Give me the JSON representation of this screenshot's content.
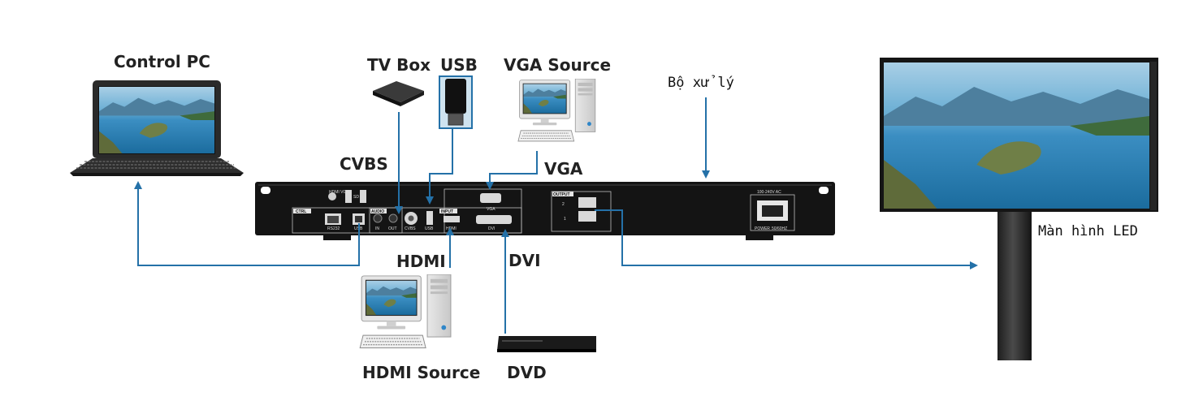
{
  "labels": {
    "control_pc": "Control PC",
    "tv_box": "TV Box",
    "usb": "USB",
    "vga_source": "VGA Source",
    "processor": "Bộ xử lý",
    "cvbs": "CVBS",
    "vga": "VGA",
    "hdmi": "HDMI",
    "dvi": "DVI",
    "hdmi_source": "HDMI Source",
    "dvd": "DVD",
    "led_screen": "Màn hình LED"
  },
  "panel": {
    "ctrl": "CTRL",
    "audio": "AUDIO",
    "input": "INPUT",
    "output": "OUTPUT",
    "rs232": "RS232",
    "usb": "USB",
    "audio_in": "IN",
    "audio_out": "OUT",
    "cvbs": "CVBS",
    "in_usb": "USB",
    "hdmi": "HDMI",
    "vga": "VGA",
    "dvi": "DVI",
    "out_2": "2",
    "out_1": "1",
    "power_spec": "100-240V AC",
    "power": "POWER",
    "hz": "50/60HZ",
    "hdmi_vga": "HDMI VGA",
    "sd": "SD"
  },
  "colors": {
    "arrow": "#2471a8",
    "device_body": "#141414",
    "label_text": "#222222"
  }
}
